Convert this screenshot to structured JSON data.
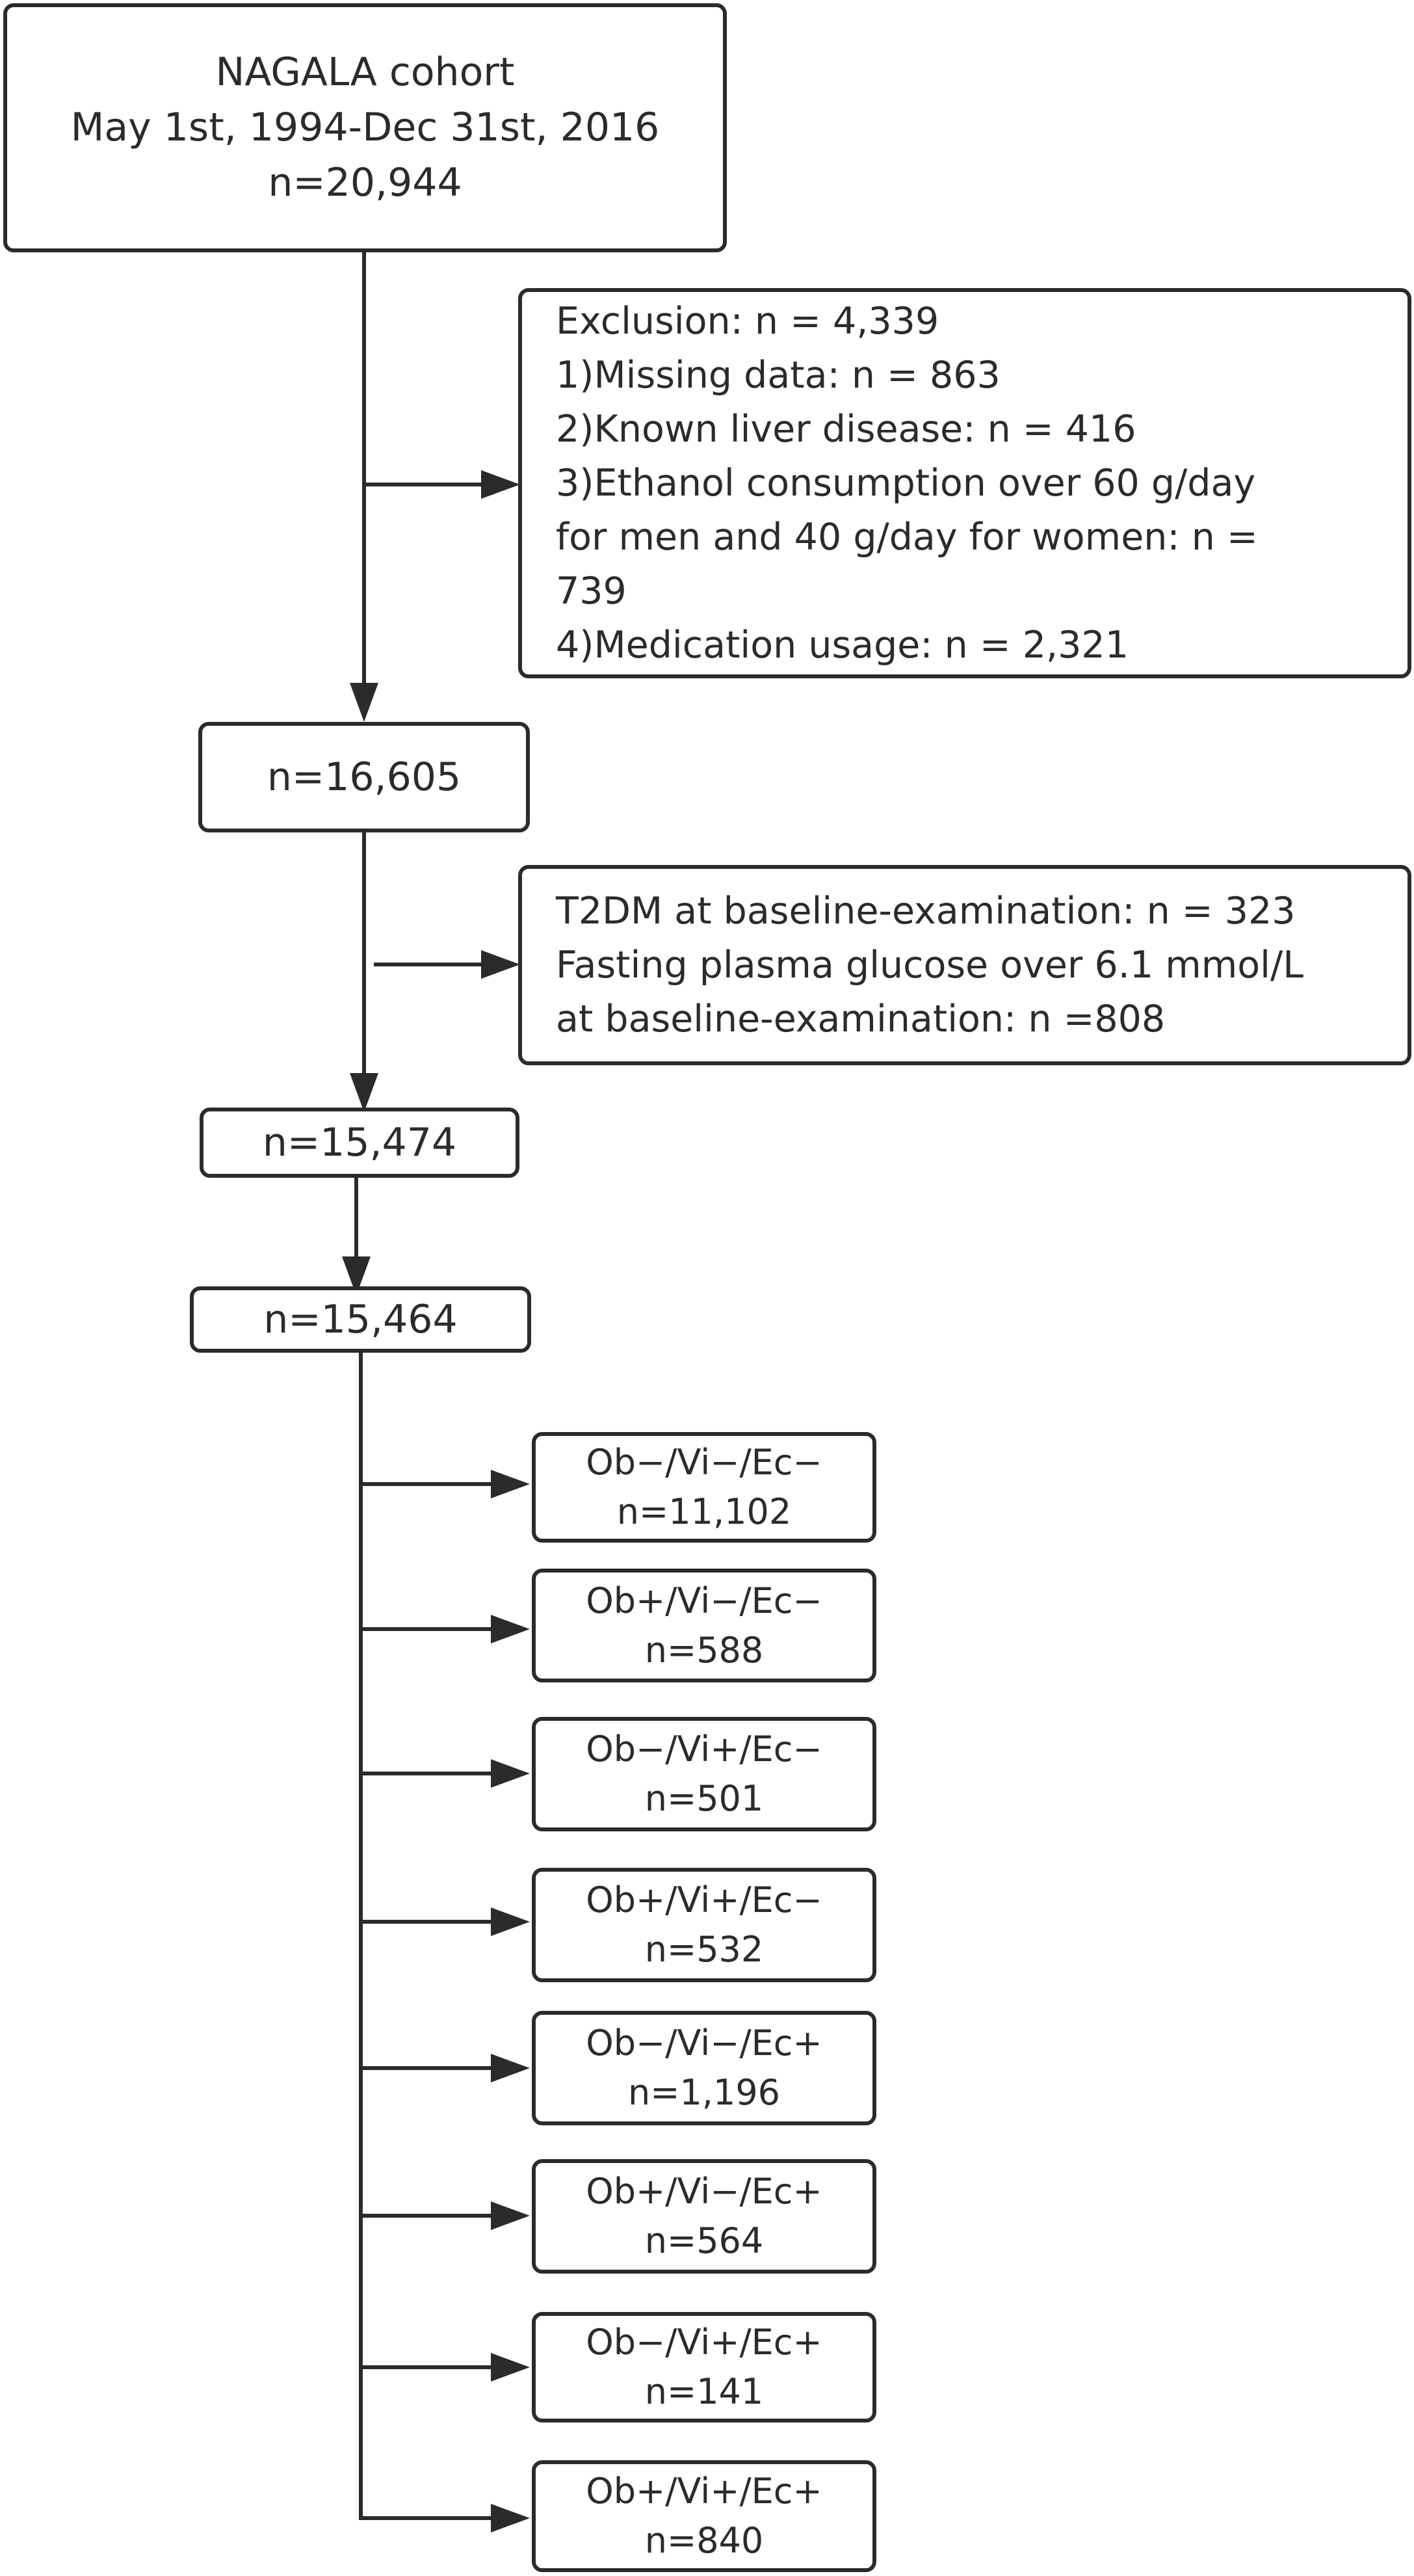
{
  "cohort": {
    "lines": [
      "NAGALA cohort",
      "May 1st, 1994-Dec 31st, 2016",
      "n=20,944"
    ]
  },
  "exclusion1": {
    "lines": [
      "Exclusion: n = 4,339",
      "1)Missing data: n = 863",
      "2)Known liver disease: n = 416",
      "3)Ethanol consumption over 60 g/day",
      "for men and 40 g/day for women: n =",
      "739",
      "4)Medication usage: n = 2,321"
    ]
  },
  "n1": {
    "label": "n=16,605"
  },
  "exclusion2": {
    "lines": [
      "T2DM at baseline-examination: n = 323",
      "Fasting plasma glucose over 6.1 mmol/L",
      "at baseline-examination: n =808"
    ]
  },
  "n2": {
    "label": "n=15,474"
  },
  "n3": {
    "label": "n=15,464"
  },
  "groups": [
    {
      "name": "Ob−/Vi−/Ec−",
      "count": "n=11,102"
    },
    {
      "name": "Ob+/Vi−/Ec−",
      "count": "n=588"
    },
    {
      "name": "Ob−/Vi+/Ec−",
      "count": "n=501"
    },
    {
      "name": "Ob+/Vi+/Ec−",
      "count": "n=532"
    },
    {
      "name": "Ob−/Vi−/Ec+",
      "count": "n=1,196"
    },
    {
      "name": "Ob+/Vi−/Ec+",
      "count": "n=564"
    },
    {
      "name": "Ob−/Vi+/Ec+",
      "count": "n=141"
    },
    {
      "name": "Ob+/Vi+/Ec+",
      "count": "n=840"
    }
  ]
}
